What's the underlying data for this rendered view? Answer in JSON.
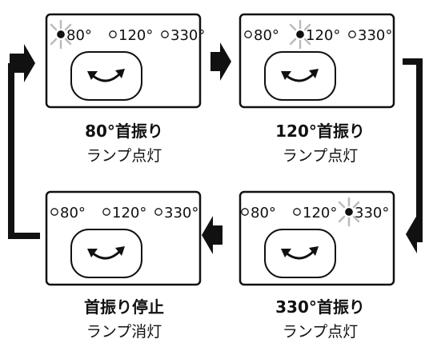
{
  "panels": [
    {
      "id": "80",
      "options": [
        {
          "label": "80°",
          "selected": true
        },
        {
          "label": "120°",
          "selected": false
        },
        {
          "label": "330°",
          "selected": false
        }
      ],
      "lamp_lit": true,
      "title": "80°首振り",
      "status": "ランプ点灯"
    },
    {
      "id": "120",
      "options": [
        {
          "label": "80°",
          "selected": false
        },
        {
          "label": "120°",
          "selected": true
        },
        {
          "label": "330°",
          "selected": false
        }
      ],
      "lamp_lit": true,
      "title": "120°首振り",
      "status": "ランプ点灯"
    },
    {
      "id": "330",
      "options": [
        {
          "label": "80°",
          "selected": false
        },
        {
          "label": "120°",
          "selected": false
        },
        {
          "label": "330°",
          "selected": true
        }
      ],
      "lamp_lit": true,
      "title": "330°首振り",
      "status": "ランプ点灯"
    },
    {
      "id": "stop",
      "options": [
        {
          "label": "80°",
          "selected": false
        },
        {
          "label": "120°",
          "selected": false
        },
        {
          "label": "330°",
          "selected": false
        }
      ],
      "lamp_lit": false,
      "title": "首振り停止",
      "status": "ランプ消灯"
    }
  ],
  "colors": {
    "stroke": "#111111",
    "lamp_glow": "#bbbbbb",
    "background": "#ffffff"
  },
  "icons": {
    "button": "oscillation-arrow-icon",
    "lamp": "lamp-glow-icon",
    "flow": "cycle-arrow-icon"
  }
}
